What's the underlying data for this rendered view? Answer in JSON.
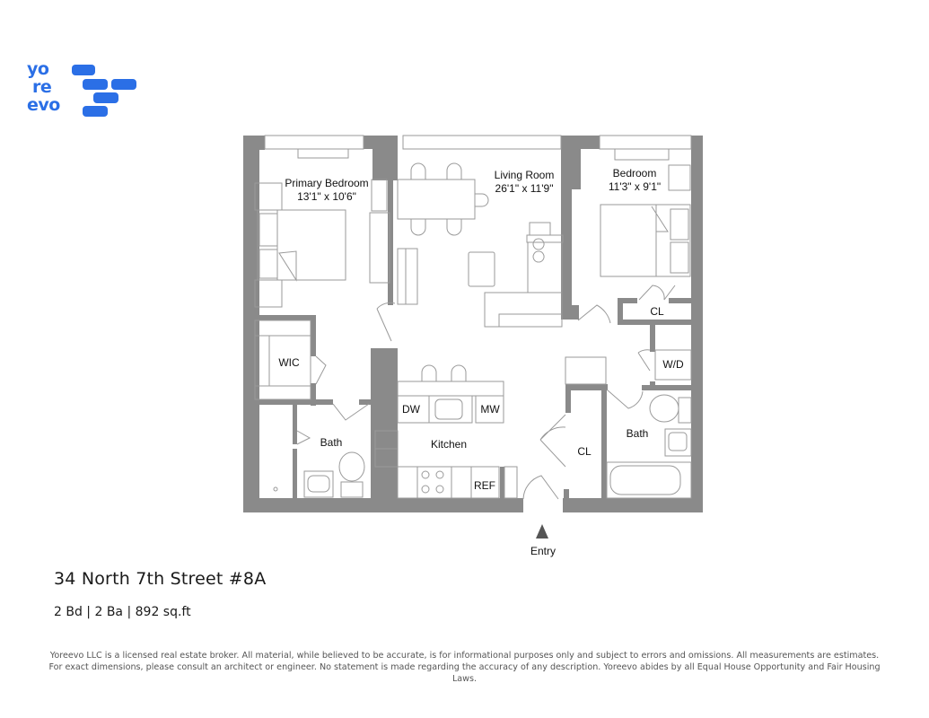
{
  "brand": {
    "logo_lines": [
      "yo",
      "re",
      "evo"
    ],
    "color": "#2b6fe6"
  },
  "floorplan": {
    "rooms": [
      {
        "name": "Primary Bedroom",
        "dimensions": "13'1\" x 10'6\""
      },
      {
        "name": "Living Room",
        "dimensions": "26'1\" x 11'9\""
      },
      {
        "name": "Bedroom",
        "dimensions": "11'3\" x 9'1\""
      }
    ],
    "labels": {
      "wic": "WIC",
      "bath_left": "Bath",
      "bath_right": "Bath",
      "kitchen": "Kitchen",
      "dw": "DW",
      "mw": "MW",
      "ref": "REF",
      "cl_bedroom": "CL",
      "cl_entry": "CL",
      "wd": "W/D",
      "entry": "Entry"
    },
    "wall_color": "#8a8a8a",
    "line_color": "#9a9a9a"
  },
  "listing": {
    "address": "34 North 7th Street #8A",
    "specs": "2 Bd | 2 Ba | 892 sq.ft"
  },
  "disclaimer": {
    "line1": "Yoreevo LLC is a licensed real estate broker. All material, while believed to be accurate, is for informational purposes only and subject to errors and omissions. All measurements are estimates.",
    "line2": "For exact dimensions, please consult an architect or engineer. No statement is made regarding the accuracy of any description. Yoreevo abides by all Equal House Opportunity and Fair Housing Laws."
  }
}
